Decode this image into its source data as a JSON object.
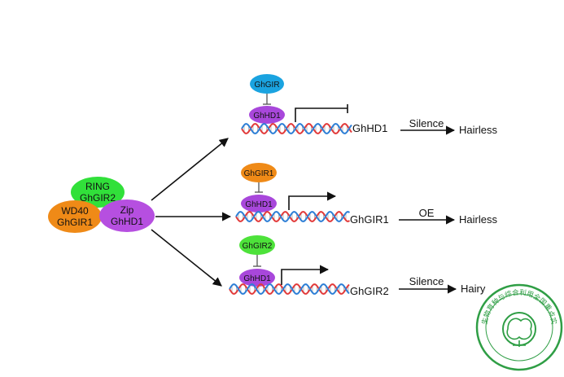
{
  "complex": {
    "ring_label": "RING",
    "ring_name": "GhGIR2",
    "wd40_label": "WD40",
    "wd40_name": "GhGIR1",
    "zip_label": "Zip",
    "zip_name": "GhHD1"
  },
  "rows": [
    {
      "regulator": "GhGIR",
      "regulator_color": "#1aa3e0",
      "factor": "GhHD1",
      "gene": "GhHD1",
      "treatment": "Silence",
      "phenotype": "Hairless",
      "promoter": "repressed"
    },
    {
      "regulator": "GhGIR1",
      "regulator_color": "#ef8a17",
      "factor": "GhHD1",
      "gene": "GhGIR1",
      "treatment": "OE",
      "phenotype": "Hairless",
      "promoter": "active"
    },
    {
      "regulator": "GhGIR2",
      "regulator_color": "#4de23a",
      "factor": "GhHD1",
      "gene": "GhGIR2",
      "treatment": "Silence",
      "phenotype": "Hairy",
      "promoter": "active"
    }
  ],
  "colors": {
    "ring": "#31e03a",
    "wd40": "#ef8a17",
    "zip": "#b64fe0",
    "factor": "#a847db",
    "dna_red": "#e23b3b",
    "dna_blue": "#2e7fd6"
  },
  "logo": {
    "text": "棉花生物育种与综合利用全国重点实验室"
  }
}
